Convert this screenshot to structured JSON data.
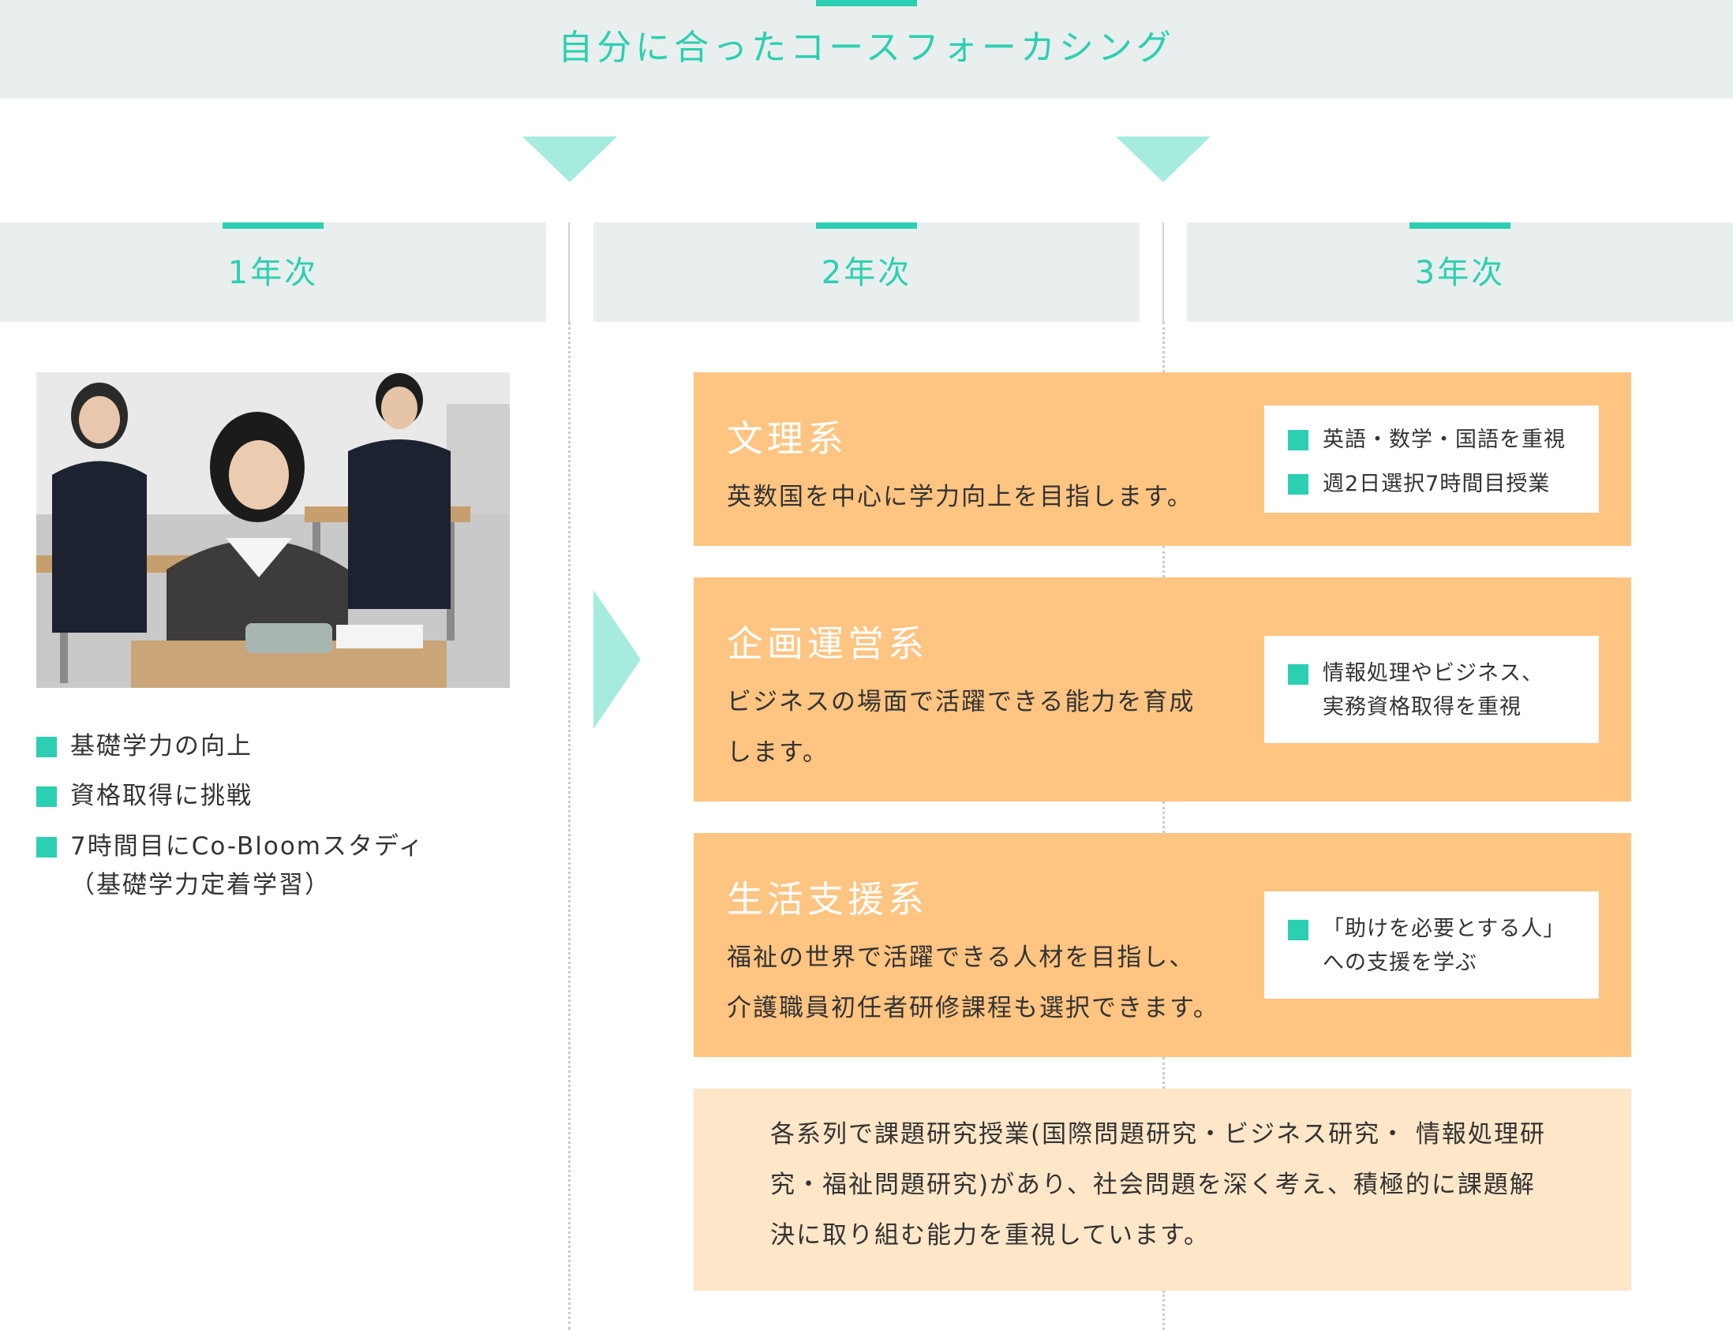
{
  "header": {
    "title": "自分に合ったコースフォーカシング"
  },
  "years": [
    {
      "label": "1年次"
    },
    {
      "label": "2年次"
    },
    {
      "label": "3年次"
    }
  ],
  "year1": {
    "items": [
      {
        "text": "基礎学力の向上"
      },
      {
        "text": "資格取得に挑戦"
      },
      {
        "text": "7時間目にCo-Bloomスタディ",
        "sub": "（基礎学力定着学習）"
      }
    ]
  },
  "courses": [
    {
      "name": "文理系",
      "desc": [
        "英数国を中心に学力向上を目指します。"
      ],
      "points": [
        [
          "英語・数学・国語を重視"
        ],
        [
          "週2日選択7時間目授業"
        ]
      ]
    },
    {
      "name": "企画運営系",
      "desc": [
        "ビジネスの場面で活躍できる能力を育成",
        "します。"
      ],
      "points": [
        [
          "情報処理やビジネス、",
          "実務資格取得を重視"
        ]
      ]
    },
    {
      "name": "生活支援系",
      "desc": [
        "福祉の世界で活躍できる人材を目指し、",
        "介護職員初任者研修課程も選択できます。"
      ],
      "points": [
        [
          "「助けを必要とする人」",
          "への支援を学ぶ"
        ]
      ]
    }
  ],
  "note": {
    "lines": [
      "各系列で課題研究授業(国際問題研究・ビジネス研究・ 情報処理研",
      "究・福祉問題研究)があり、社会問題を深く考え、積極的に課題解",
      "決に取り組む能力を重視しています。"
    ]
  },
  "colors": {
    "accent": "#2ccfb1",
    "arrow": "#a5ebde",
    "panel": "#e9efee",
    "card": "#fec481",
    "note": "#fee6c8"
  },
  "icons": [
    "down-arrow-icon",
    "right-arrow-icon",
    "bullet-square-icon"
  ]
}
